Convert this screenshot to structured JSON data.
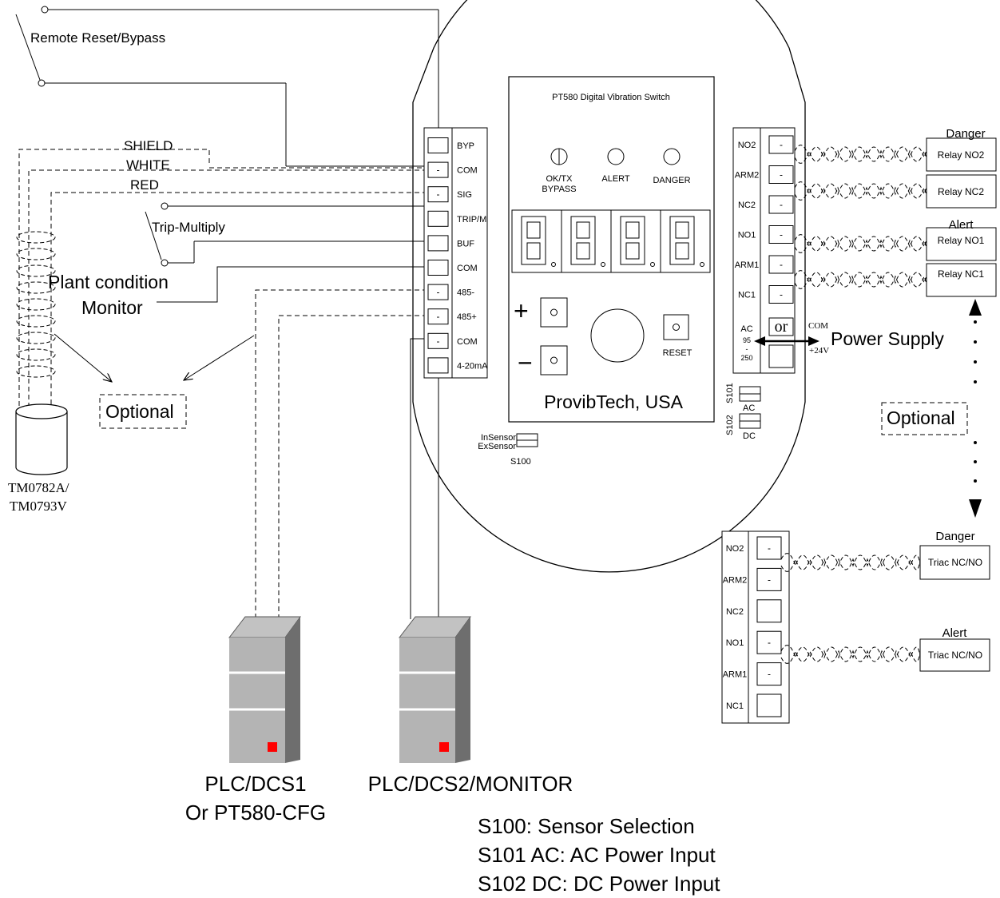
{
  "sensor_wiring": {
    "remote_reset_label": "Remote Reset/Bypass",
    "shield_label": "SHIELD",
    "white_label": "WHITE",
    "red_label": "RED",
    "trip_multiply_label": "Trip-Multiply",
    "plant_monitor_line1": "Plant condition",
    "plant_monitor_line2": "Monitor",
    "optional_left": "Optional",
    "sensor_model_line1": "TM0782A/",
    "sensor_model_line2": "TM0793V"
  },
  "left_terminals": [
    {
      "label": "BYP",
      "mark": ""
    },
    {
      "label": "COM",
      "mark": "-"
    },
    {
      "label": "SIG",
      "mark": "-"
    },
    {
      "label": "TRIP/M",
      "mark": ""
    },
    {
      "label": "BUF",
      "mark": ""
    },
    {
      "label": "COM",
      "mark": ""
    },
    {
      "label": "485-",
      "mark": "-"
    },
    {
      "label": "485+",
      "mark": "-"
    },
    {
      "label": "COM",
      "mark": "-"
    },
    {
      "label": "4-20mA",
      "mark": ""
    }
  ],
  "panel": {
    "title": "PT580 Digital  Vibration  Switch",
    "led_oktx": "OK/TX",
    "led_bypass": "BYPASS",
    "led_alert": "ALERT",
    "led_danger": "DANGER",
    "plus": "+",
    "minus": "−",
    "reset": "RESET",
    "brand": "ProvibTech, USA",
    "s100_insensor": "InSensor",
    "s100_exsensor": "ExSensor",
    "s100": "S100",
    "s101": "S101",
    "s101_ac": "AC",
    "s102": "S102",
    "s102_dc": "DC"
  },
  "right_terminals": [
    {
      "label": "NO2",
      "mark": "-"
    },
    {
      "label": "ARM2",
      "mark": "-"
    },
    {
      "label": "NC2",
      "mark": "-"
    },
    {
      "label": "NO1",
      "mark": "-"
    },
    {
      "label": "ARM1",
      "mark": "-"
    },
    {
      "label": "NC1",
      "mark": "-"
    }
  ],
  "power": {
    "ac": "AC",
    "ac_range_top": "95",
    "ac_range_dash": "-",
    "ac_range_bottom": "250",
    "or": "or",
    "com": "COM",
    "plus24": "+24V",
    "supply_label": "Power Supply"
  },
  "relays": {
    "danger_heading": "Danger",
    "relay_no2": "Relay NO2",
    "relay_nc2": "Relay NC2",
    "alert_heading": "Alert",
    "relay_no1": "Relay NO1",
    "relay_nc1": "Relay NC1",
    "optional_right": "Optional"
  },
  "triac": {
    "terminals": [
      {
        "label": "NO2",
        "mark": "-"
      },
      {
        "label": "ARM2",
        "mark": "-"
      },
      {
        "label": "NC2",
        "mark": ""
      },
      {
        "label": "NO1",
        "mark": "-"
      },
      {
        "label": "ARM1",
        "mark": "-"
      },
      {
        "label": "NC1",
        "mark": ""
      }
    ],
    "danger_heading": "Danger",
    "danger_box": "Triac NC/NO",
    "alert_heading": "Alert",
    "alert_box": "Triac NC/NO"
  },
  "plc": {
    "plc1_line1": "PLC/DCS1",
    "plc1_line2": "Or PT580-CFG",
    "plc2": "PLC/DCS2/MONITOR",
    "led_color": "#ff0000"
  },
  "notes": [
    "S100: Sensor Selection",
    "S101 AC: AC Power Input",
    "S102 DC: DC Power Input"
  ]
}
